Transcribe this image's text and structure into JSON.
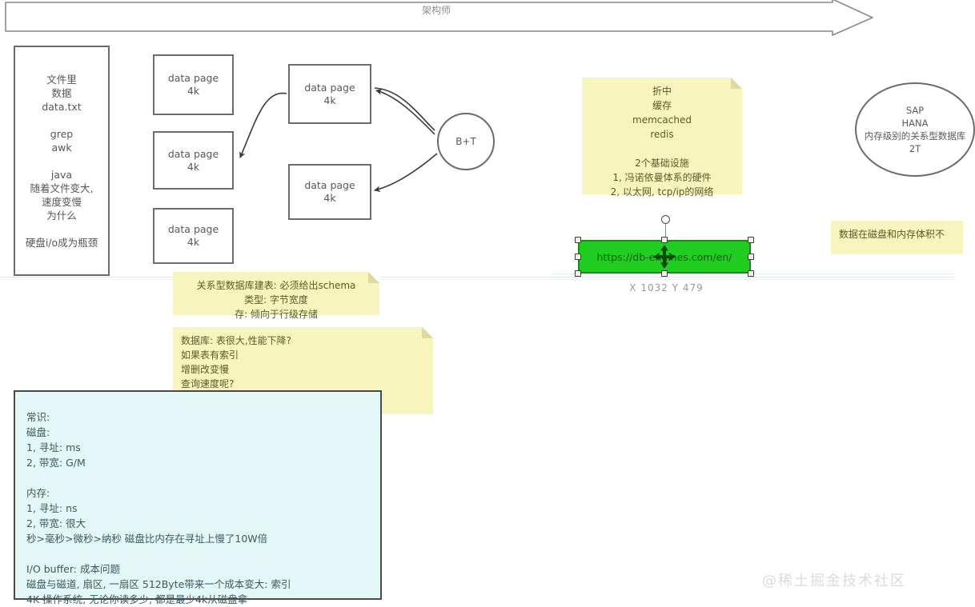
{
  "banner": {
    "label": "架构师",
    "icon": "right-arrow-banner"
  },
  "left_file_box": {
    "text": "文件里\n数据\ndata.txt\n\ngrep\nawk\n\njava\n随着文件变大,\n速度变慢\n为什么\n\n硬盘i/o成为瓶颈"
  },
  "data_pages": [
    {
      "line1": "data page",
      "line2": "4k"
    },
    {
      "line1": "data page",
      "line2": "4k"
    },
    {
      "line1": "data page",
      "line2": "4k"
    },
    {
      "line1": "data page",
      "line2": "4k"
    },
    {
      "line1": "data page",
      "line2": "4k"
    }
  ],
  "bt_circle": {
    "label": "B+T"
  },
  "notes": {
    "cache": {
      "text": "折中\n缓存\nmemcached\nredis\n\n2个基础设施\n1,  冯诺依曼体系的硬件\n2,  以太网,  tcp/ip的网络"
    },
    "schema": {
      "text": "关系型数据库建表: 必须给出schema\n类型: 字节宽度\n存: 倾向于行级存储"
    },
    "database": {
      "text": "数据库: 表很大,性能下降?\n如果表有索引\n增删改变慢\n查询速度呢?\n1,1个或少量查询依然很快\n2,并发大的时候会受硬盘带宽影响速度"
    },
    "right": {
      "text": "数据在磁盘和内存体积不"
    }
  },
  "blue_box": {
    "text": "常识:\n磁盘:\n1, 寻址: ms\n2, 带宽: G/M\n\n内存:\n1, 寻址: ns\n2, 带宽: 很大\n秒>毫秒>微秒>纳秒  磁盘比内存在寻址上慢了10W倍\n\nI/O buffer: 成本问题\n磁盘与磁道, 扇区, 一扇区 512Byte带来一个成本变大: 索引\n4K 操作系统, 无论你读多少, 都是最少4k从磁盘拿"
  },
  "sap_ellipse": {
    "text": "SAP\nHANA\n内存级别的关系型数据库\n2T"
  },
  "selected_shape": {
    "label": "https://db-engines.com/en/",
    "fill": "#22cd22",
    "stroke": "#1a8a1a",
    "coords": "X  1032  Y  479"
  },
  "watermark": {
    "text": "@稀土掘金技术社区"
  }
}
